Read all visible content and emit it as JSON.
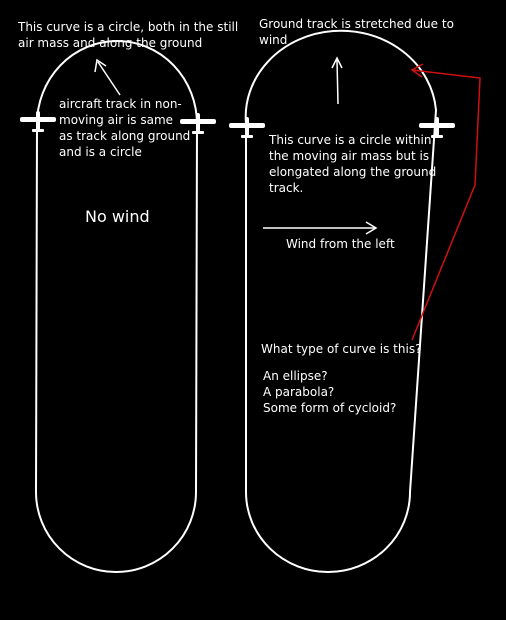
{
  "diagram": {
    "left_panel": {
      "caption_top": [
        "This curve is a circle, both in the still",
        "air mass and along the ground"
      ],
      "caption_track": [
        "aircraft track in non-",
        "moving air is same",
        "as track along ground",
        "and is a circle"
      ],
      "condition_label": "No wind"
    },
    "right_panel": {
      "caption_top": [
        "Ground track is stretched due to",
        "wind"
      ],
      "caption_curve": [
        "This curve is a circle within",
        "the moving air mass but is",
        "elongated along the ground",
        "track."
      ],
      "wind_label": "Wind from the left",
      "question": "What type of curve is this?",
      "options": [
        "An ellipse?",
        "A parabola?",
        "Some form of cycloid?"
      ]
    },
    "colors": {
      "background": "#000000",
      "lines": "#ffffff",
      "highlight": "#d01010"
    },
    "icons": [
      "airplane-icon",
      "arrow-up-icon",
      "wind-arrow-icon"
    ]
  }
}
